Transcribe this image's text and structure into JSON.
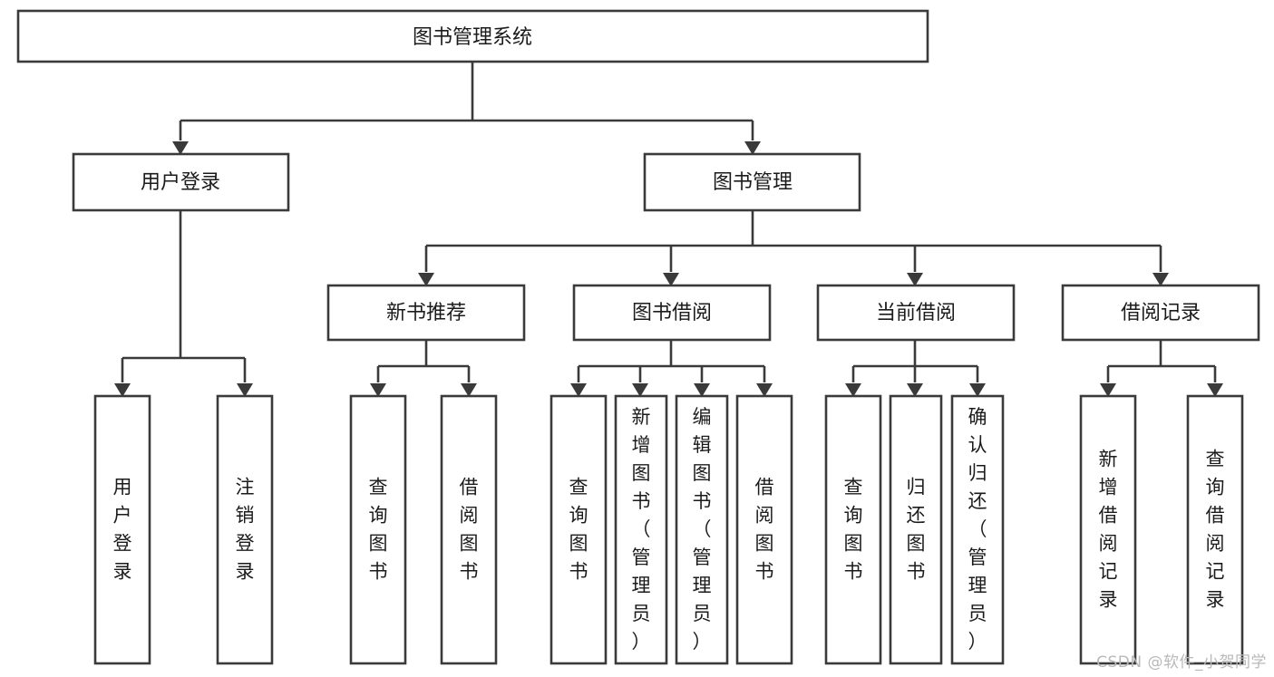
{
  "diagram": {
    "type": "tree",
    "title": "图书管理系统",
    "watermark": "CSDN @软件_小贺同学",
    "colors": {
      "stroke": "#3a3a3a",
      "box_fill": "#ffffff",
      "text": "#1b1b1b",
      "background": "#ffffff",
      "watermark": "#b9b9b9"
    },
    "nodes": {
      "root": {
        "label": "图书管理系统",
        "orientation": "horizontal"
      },
      "level2": [
        {
          "id": "user-login",
          "label": "用户登录",
          "orientation": "horizontal"
        },
        {
          "id": "book-management",
          "label": "图书管理",
          "orientation": "horizontal"
        }
      ],
      "level3": [
        {
          "id": "new-book-recommend",
          "label": "新书推荐",
          "orientation": "horizontal"
        },
        {
          "id": "book-borrow",
          "label": "图书借阅",
          "orientation": "horizontal"
        },
        {
          "id": "current-borrow",
          "label": "当前借阅",
          "orientation": "horizontal"
        },
        {
          "id": "borrow-record",
          "label": "借阅记录",
          "orientation": "horizontal"
        }
      ],
      "leaves": [
        {
          "id": "leaf-user-login",
          "label": "用户登录",
          "parent": "user-login",
          "orientation": "vertical"
        },
        {
          "id": "leaf-logout-login",
          "label": "注销登录",
          "parent": "user-login",
          "orientation": "vertical"
        },
        {
          "id": "leaf-query-book-1",
          "label": "查询图书",
          "parent": "new-book-recommend",
          "orientation": "vertical"
        },
        {
          "id": "leaf-borrow-book-1",
          "label": "借阅图书",
          "parent": "new-book-recommend",
          "orientation": "vertical"
        },
        {
          "id": "leaf-query-book-2",
          "label": "查询图书",
          "parent": "book-borrow",
          "orientation": "vertical"
        },
        {
          "id": "leaf-add-book",
          "label": "新增图书（管理员）",
          "parent": "book-borrow",
          "orientation": "vertical"
        },
        {
          "id": "leaf-edit-book",
          "label": "编辑图书（管理员）",
          "parent": "book-borrow",
          "orientation": "vertical"
        },
        {
          "id": "leaf-borrow-book-2",
          "label": "借阅图书",
          "parent": "book-borrow",
          "orientation": "vertical"
        },
        {
          "id": "leaf-query-book-3",
          "label": "查询图书",
          "parent": "current-borrow",
          "orientation": "vertical"
        },
        {
          "id": "leaf-return-book",
          "label": "归还图书",
          "parent": "current-borrow",
          "orientation": "vertical"
        },
        {
          "id": "leaf-confirm-return",
          "label": "确认归还（管理员）",
          "parent": "current-borrow",
          "orientation": "vertical"
        },
        {
          "id": "leaf-add-record",
          "label": "新增借阅记录",
          "parent": "borrow-record",
          "orientation": "vertical"
        },
        {
          "id": "leaf-query-record",
          "label": "查询借阅记录",
          "parent": "borrow-record",
          "orientation": "vertical"
        }
      ]
    }
  }
}
